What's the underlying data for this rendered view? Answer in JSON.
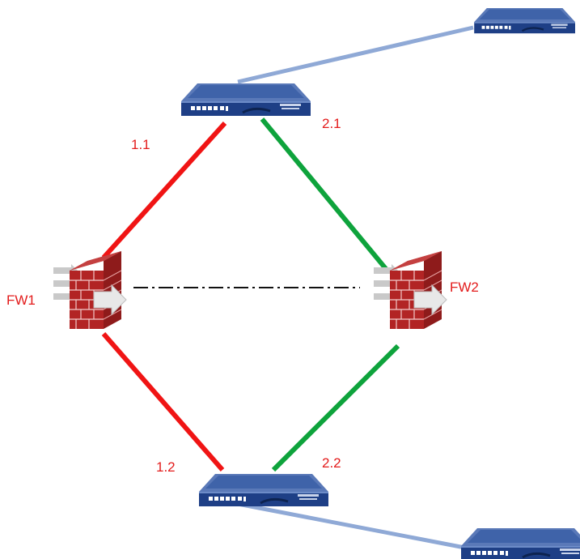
{
  "labels": {
    "fw1": "FW1",
    "fw2": "FW2",
    "link_1_1": "1.1",
    "link_2_1": "2.1",
    "link_1_2": "1.2",
    "link_2_2": "2.2"
  },
  "colors": {
    "red_link": "#f01414",
    "green_link": "#0ea33c",
    "uplink": "#8fa9d6",
    "heartbeat": "#111111",
    "label": "#e31b1b",
    "device_top": "#3f63a9",
    "device_front": "#1e3f86",
    "firewall_brick": "#b22424"
  },
  "icons": {
    "switch": "network-switch-icon",
    "firewall": "firewall-icon"
  }
}
